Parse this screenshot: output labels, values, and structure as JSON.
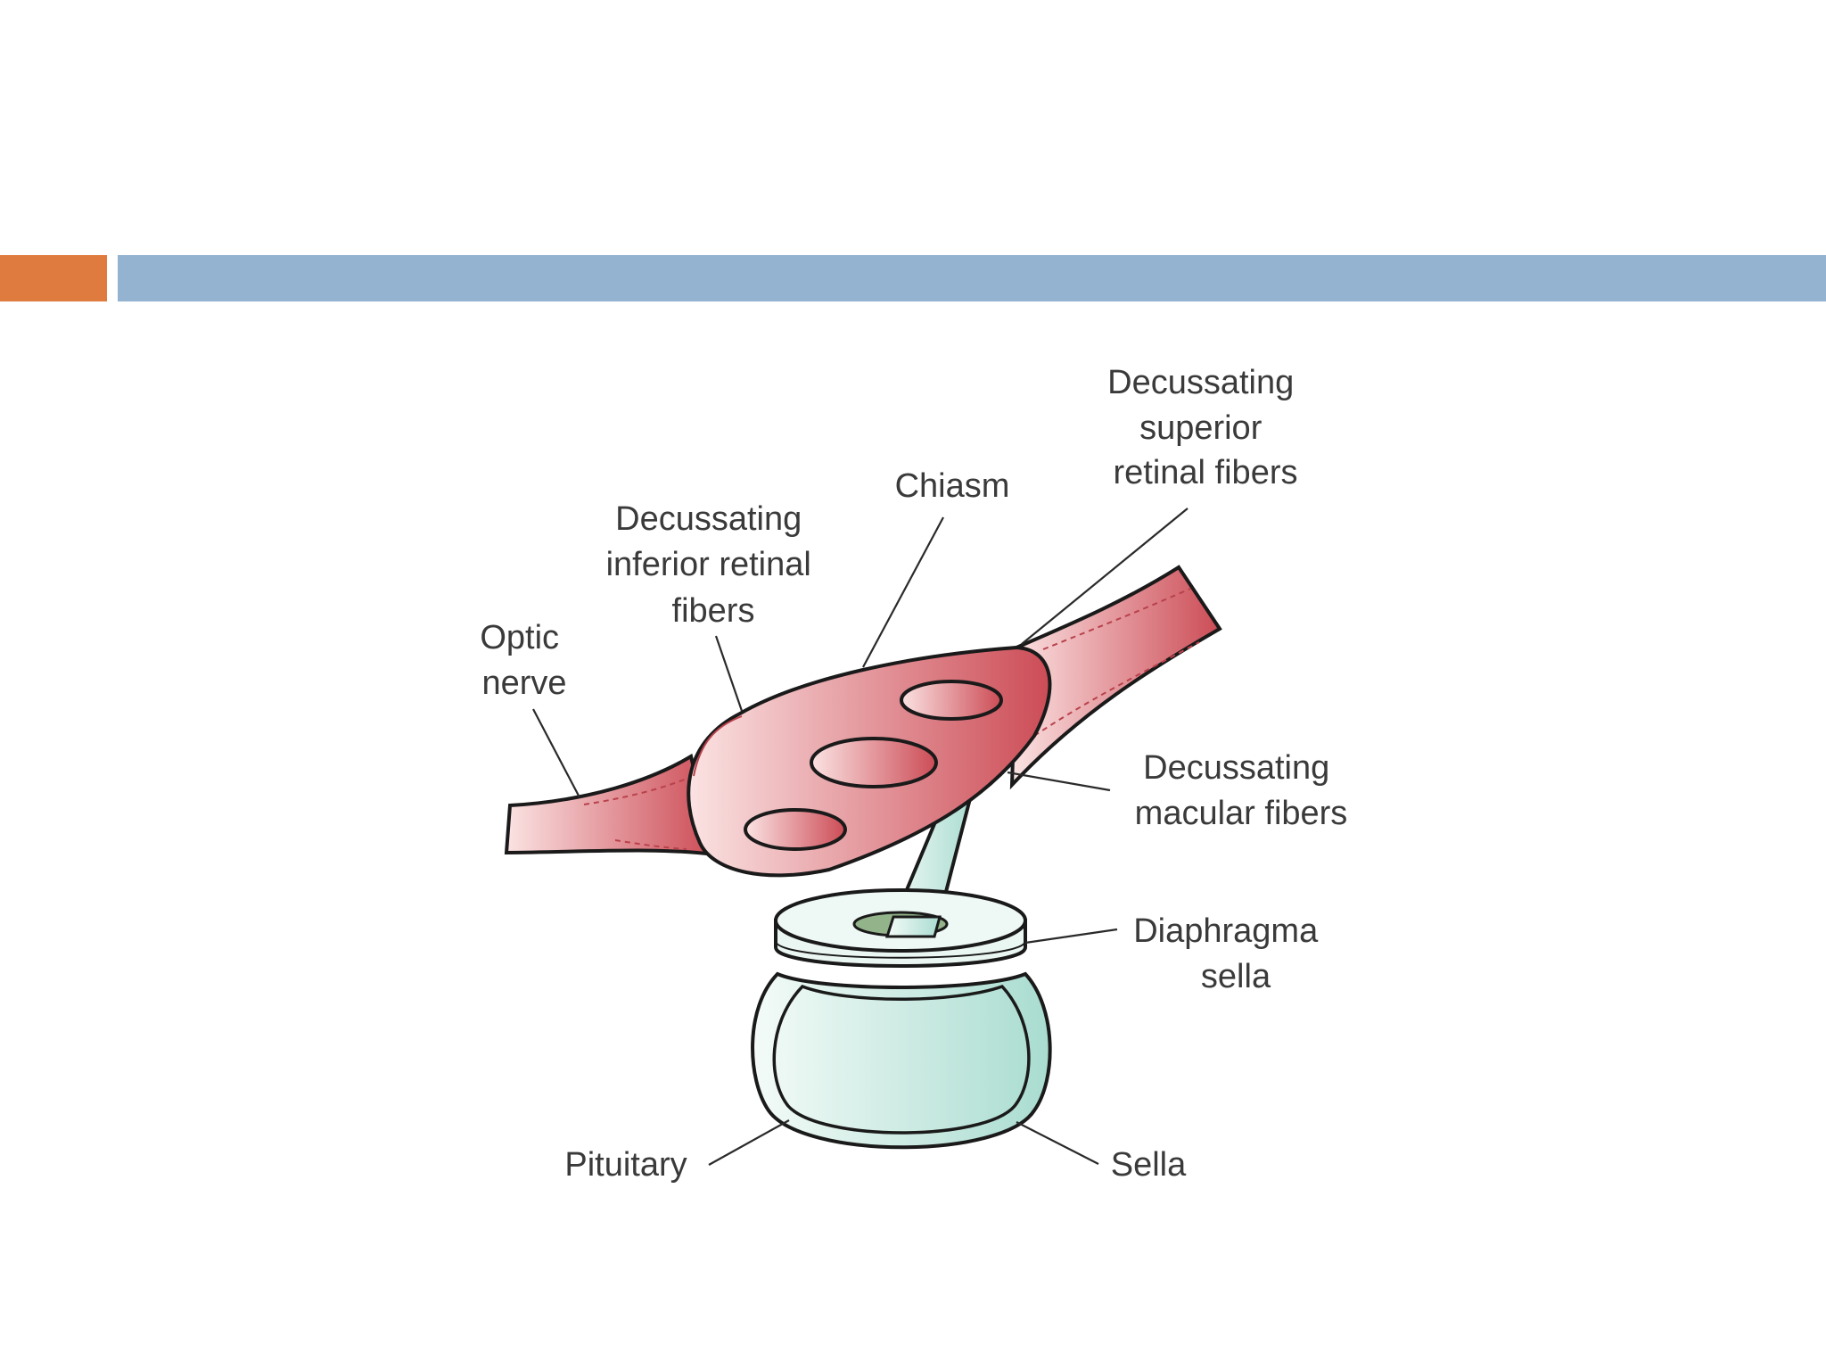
{
  "colors": {
    "accent_bar": "#E07B3F",
    "title_bar": "#93B3D0",
    "nerve_light": "#FBE3E3",
    "nerve_dark": "#CC4C56",
    "pituitary_light": "#F4FBF8",
    "pituitary_dark": "#A9DCD0",
    "stalk_hole": "#93B48A",
    "label_text": "#3A3A3A"
  },
  "labels": {
    "optic_nerve": [
      "Optic",
      "nerve"
    ],
    "inferior_fibers": [
      "Decussating",
      "inferior retinal",
      "fibers"
    ],
    "chiasm": [
      "Chiasm"
    ],
    "superior_fibers": [
      "Decussating",
      "superior",
      "retinal fibers"
    ],
    "macular_fibers": [
      "Decussating",
      "macular fibers"
    ],
    "diaphragma_sella": [
      "Diaphragma",
      "sella"
    ],
    "pituitary": [
      "Pituitary"
    ],
    "sella": [
      "Sella"
    ]
  }
}
